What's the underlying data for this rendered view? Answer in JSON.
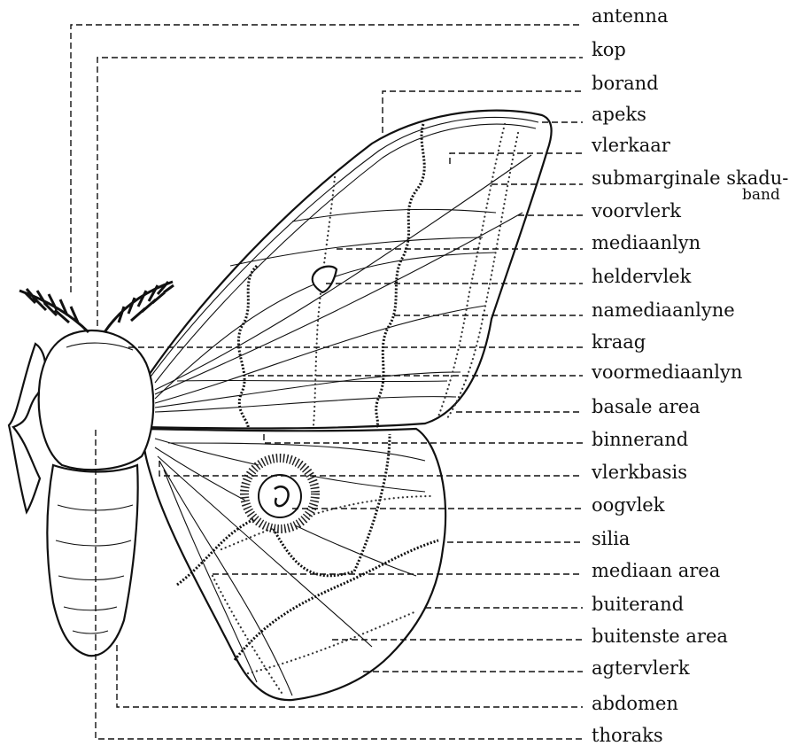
{
  "diagram": {
    "labels": [
      {
        "id": "antenna",
        "text": "antenna"
      },
      {
        "id": "kop",
        "text": "kop"
      },
      {
        "id": "borand",
        "text": "borand"
      },
      {
        "id": "apeks",
        "text": "apeks"
      },
      {
        "id": "vlerkaar",
        "text": "vlerkaar"
      },
      {
        "id": "submarginale",
        "text": "submarginale skadu-"
      },
      {
        "id": "voorvlerk",
        "text": "voorvlerk"
      },
      {
        "id": "mediaanlyn",
        "text": "mediaanlyn"
      },
      {
        "id": "heldervlek",
        "text": "heldervlek"
      },
      {
        "id": "namediaanlyne",
        "text": "namediaanlyne"
      },
      {
        "id": "kraag",
        "text": "kraag"
      },
      {
        "id": "voormediaanlyn",
        "text": "voormediaanlyn"
      },
      {
        "id": "basale-area",
        "text": "basale area"
      },
      {
        "id": "binnerand",
        "text": "binnerand"
      },
      {
        "id": "vlerkbasis",
        "text": "vlerkbasis"
      },
      {
        "id": "oogvlek",
        "text": "oogvlek"
      },
      {
        "id": "silia",
        "text": "silia"
      },
      {
        "id": "mediaan-area",
        "text": "mediaan area"
      },
      {
        "id": "buiterand",
        "text": "buiterand"
      },
      {
        "id": "buitenste-area",
        "text": "buitenste area"
      },
      {
        "id": "agtervlerk",
        "text": "agtervlerk"
      },
      {
        "id": "abdomen",
        "text": "abdomen"
      },
      {
        "id": "thoraks",
        "text": "thoraks"
      }
    ],
    "band_text": "band"
  }
}
